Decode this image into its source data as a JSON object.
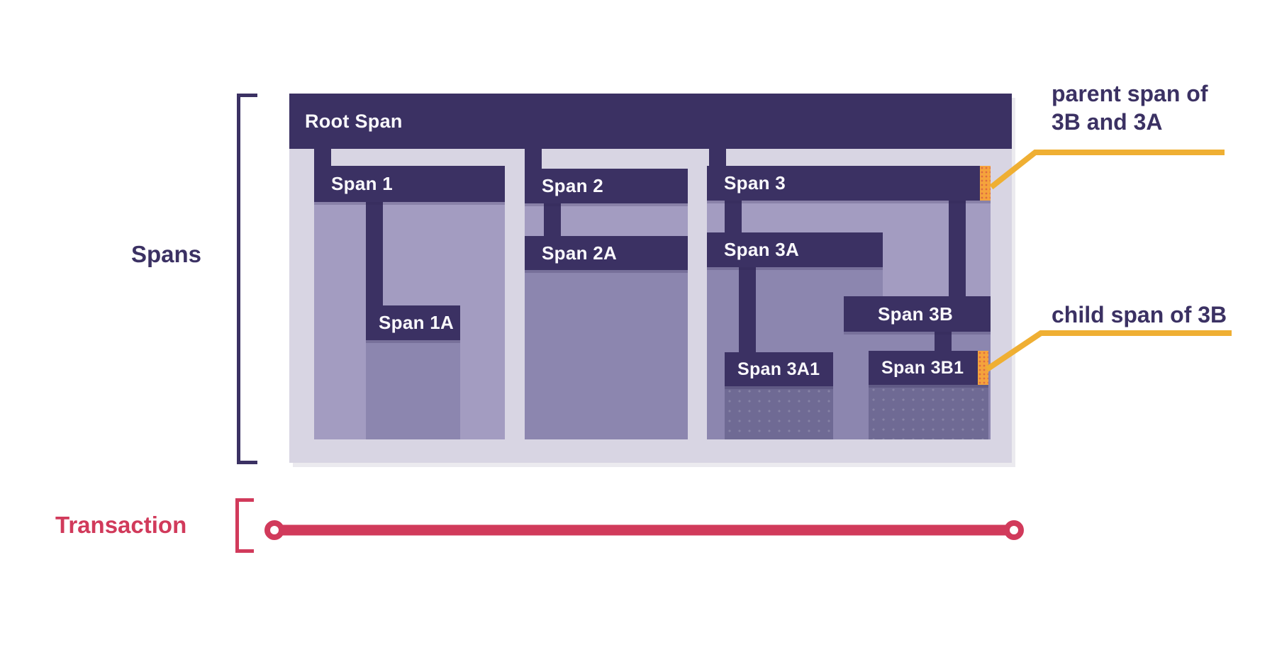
{
  "side_labels": {
    "spans": "Spans",
    "transaction": "Transaction"
  },
  "spans": {
    "root": {
      "label": "Root Span"
    },
    "s1": {
      "label": "Span 1"
    },
    "s1a": {
      "label": "Span 1A"
    },
    "s2": {
      "label": "Span 2"
    },
    "s2a": {
      "label": "Span 2A"
    },
    "s3": {
      "label": "Span 3"
    },
    "s3a": {
      "label": "Span 3A"
    },
    "s3a1": {
      "label": "Span 3A1"
    },
    "s3b": {
      "label": "Span 3B"
    },
    "s3b1": {
      "label": "Span 3B1"
    }
  },
  "annotations": {
    "parent_line1": "parent span of",
    "parent_line2": "3B and 3A",
    "child": "child span of 3B"
  },
  "colors": {
    "bar_purple": "#3B3163",
    "container_lavender": "#D8D5E3",
    "region_depth1": "#A39CC1",
    "region_depth2": "#8C86AF",
    "region_depth3": "#6F6A94",
    "highlight_orange": "#F5A33C",
    "callout_yellow": "#EFAF33",
    "transaction_red": "#D13A5B",
    "text_purple": "#3B3163"
  }
}
